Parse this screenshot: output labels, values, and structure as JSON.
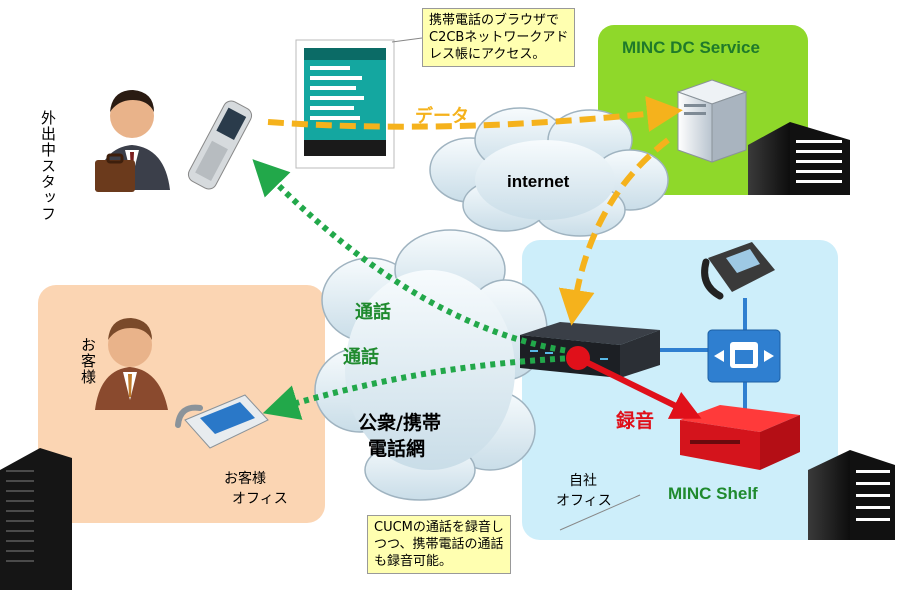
{
  "callouts": {
    "browser": [
      "携帯電話のブラウザで",
      "C2CBネットワークアド",
      "レス帳にアクセス。"
    ],
    "recording": [
      "CUCMの通話を録音し",
      "つつ、携帯電話の通話",
      "も録音可能。"
    ]
  },
  "zones": {
    "dc_service": "MINC DC Service",
    "own_office": [
      "自社",
      "オフィス"
    ],
    "customer_office": [
      "お客様",
      "オフィス"
    ]
  },
  "people": {
    "staff": "外出中スタッフ",
    "customer": "お客様"
  },
  "labels": {
    "data": "データ",
    "internet": "internet",
    "call_1": "通話",
    "call_2": "通話",
    "pstn": [
      "公衆/携帯",
      "電話網"
    ],
    "record": "録音",
    "minc_shelf": "MINC Shelf"
  },
  "colors": {
    "data_arrow": "#f5b21c",
    "call_arrow": "#22a84a",
    "record_arrow": "#e0101a",
    "dc_zone": "#8fd82a",
    "office_zone": "#cdeefa",
    "customer_zone": "#fbd5b3",
    "green_text": "#1f8a2e"
  }
}
